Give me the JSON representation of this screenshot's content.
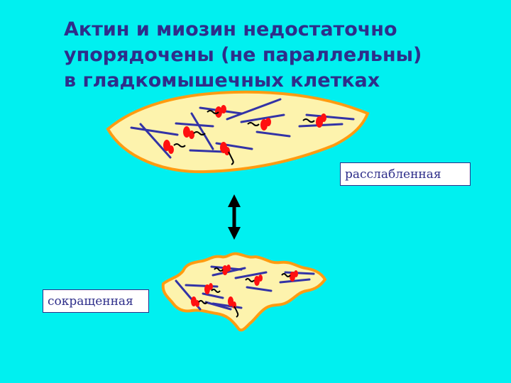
{
  "title_lines": [
    "Актин и миозин недостаточно",
    "упорядочены (не параллельны)",
    "в гладкомышечных клетках"
  ],
  "labels": {
    "relaxed": "расслабленная",
    "contracted": "сокращенная"
  },
  "colors": {
    "background": "#00f0f0",
    "cell_fill": "#fdf3ad",
    "cell_outline": "#ff9c12",
    "actin": "#3333a6",
    "myosin_head": "#ff1010",
    "title_text": "#2e2e8a"
  },
  "icons": [
    "double-arrow-icon"
  ]
}
